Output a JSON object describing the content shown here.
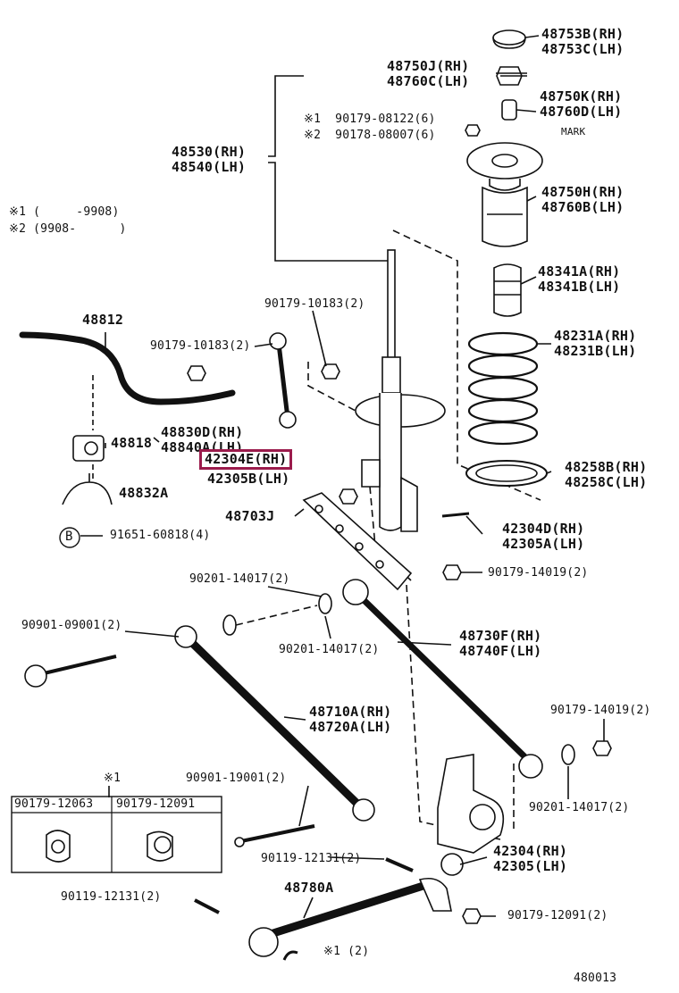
{
  "diagram": {
    "highlight_color": "#9b1b4c",
    "labels": {
      "l48753": [
        "48753B(RH)",
        "48753C(LH)"
      ],
      "l48750j": [
        "48750J(RH)",
        "48760C(LH)"
      ],
      "l48750k": [
        "48750K(RH)",
        "48760D(LH)"
      ],
      "bolt1": "※1  90179-08122(6)",
      "bolt2": "※2  90178-08007(6)",
      "mark": "MARK",
      "l48530": [
        "48530(RH)",
        "48540(LH)"
      ],
      "l48750h": [
        "48750H(RH)",
        "48760B(LH)"
      ],
      "note1": "※1 (     -9908)",
      "note2": "※2 (9908-      )",
      "l48341": [
        "48341A(RH)",
        "48341B(LH)"
      ],
      "l48812": "48812",
      "nut_top": "90179-10183(2)",
      "nut_left": "90179-10183(2)",
      "l48231": [
        "48231A(RH)",
        "48231B(LH)"
      ],
      "l48818": "48818",
      "l48830": [
        "48830D(RH)",
        "48840A(LH)"
      ],
      "l42304e": "42304E(RH)",
      "l42305b": "42305B(LH)",
      "l48258": [
        "48258B(RH)",
        "48258C(LH)"
      ],
      "l48832": "48832A",
      "l48703": "48703J",
      "l42304d": [
        "42304D(RH)",
        "42305A(LH)"
      ],
      "b_circle": "B",
      "l91651": "91651-60818(4)",
      "l90179_14019a": "90179-14019(2)",
      "l90201a": "90201-14017(2)",
      "l90901a": "90901-09001(2)",
      "l48730": [
        "48730F(RH)",
        "48740F(LH)"
      ],
      "l90201b": "90201-14017(2)",
      "l48710": [
        "48710A(RH)",
        "48720A(LH)"
      ],
      "l90179_14019b": "90179-14019(2)",
      "star1": "※1",
      "l90901b": "90901-19001(2)",
      "box_left": "90179-12063",
      "box_right": "90179-12091",
      "l90201c": "90201-14017(2)",
      "l42304": [
        "42304(RH)",
        "42305(LH)"
      ],
      "l90119a": "90119-12131(2)",
      "l48780": "48780A",
      "l90119b": "90119-12131(2)",
      "l90179_12091": "90179-12091(2)",
      "star1b": "※1 (2)",
      "figure_no": "480013"
    }
  }
}
